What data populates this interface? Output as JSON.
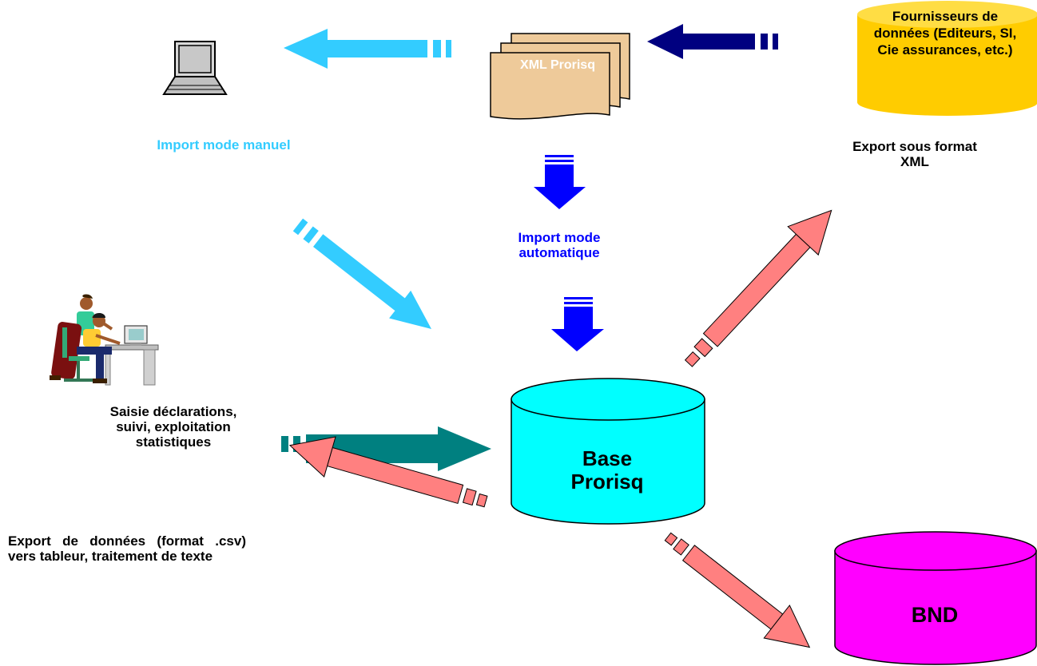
{
  "labels": {
    "import_manuel": "Import mode manuel",
    "import_auto": "Import mode automatique",
    "export_xml": "Export sous format XML",
    "saisie": "Saisie déclarations, suivi, exploitation statistiques",
    "export_csv": "Export de données (format .csv) vers tableur, traitement de texte"
  },
  "nodes": {
    "xml_doc": "XML Prorisq",
    "fournisseurs": "Fournisseurs de données (Editeurs, SI, Cie assurances, etc.)",
    "base": "Base Prorisq",
    "bnd": "BND"
  },
  "icons": {
    "laptop": "laptop-icon",
    "users": "users-at-computer-icon",
    "documents": "document-stack-icon"
  },
  "colors": {
    "light_blue_arrow": "#33ccff",
    "navy_arrow": "#000080",
    "blue_arrow": "#0000ff",
    "teal_arrow": "#008080",
    "salmon_arrow": "#ff8080",
    "base_cylinder": "#00ffff",
    "fournisseurs_cylinder": "#ffcc00",
    "bnd_cylinder": "#ff00ff",
    "xml_doc": "#eeca9a"
  }
}
